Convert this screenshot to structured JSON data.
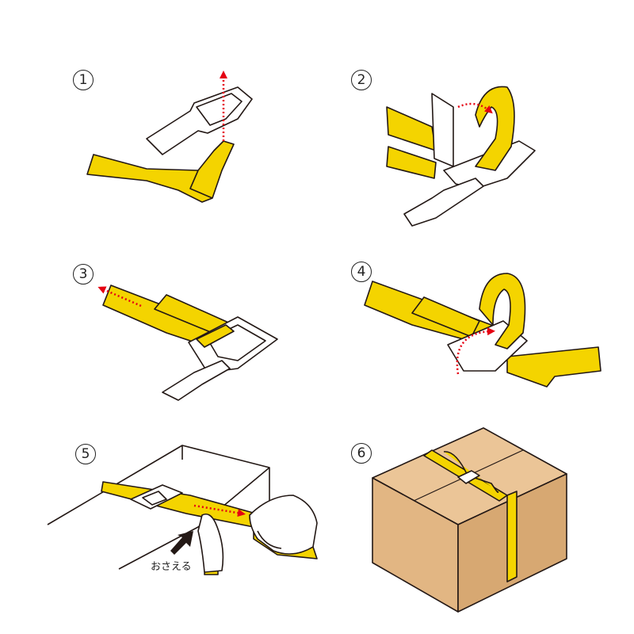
{
  "steps": [
    {
      "number": "1"
    },
    {
      "number": "2"
    },
    {
      "number": "3"
    },
    {
      "number": "4"
    },
    {
      "number": "5",
      "caption": "おさえる"
    },
    {
      "number": "6"
    }
  ],
  "colors": {
    "strap": "#f4d400",
    "arrow": "#e50012",
    "box_top": "#ebc597",
    "box_left": "#e2b683",
    "box_right": "#d7a872",
    "outline": "#231815"
  }
}
